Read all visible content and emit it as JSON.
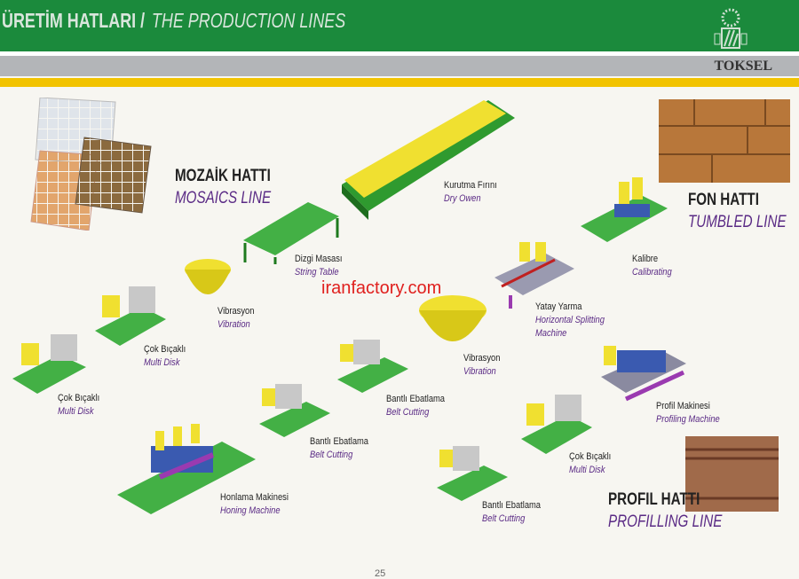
{
  "header": {
    "title_tr": "ÜRETİM HATLARI",
    "separator": "/",
    "title_en": "THE PRODUCTION LINES",
    "brand": "TOKSEL"
  },
  "lines": [
    {
      "tr": "MOZAİK HATTI",
      "en": "MOSAICS LINE"
    },
    {
      "tr": "FON HATTI",
      "en": "TUMBLED LINE"
    },
    {
      "tr": "PROFIL HATTI",
      "en": "PROFILLING LINE"
    }
  ],
  "machines": [
    {
      "tr": "Kurutma Fırını",
      "en": "Dry Owen"
    },
    {
      "tr": "Dizgi Masası",
      "en": "String Table"
    },
    {
      "tr": "Kalibre",
      "en": "Calibrating"
    },
    {
      "tr": "Vibrasyon",
      "en": "Vibration"
    },
    {
      "tr": "Yatay Yarma",
      "en": "Horizontal Splitting",
      "en2": "Machine"
    },
    {
      "tr": "Çok Bıçaklı",
      "en": "Multi Disk"
    },
    {
      "tr": "Vibrasyon",
      "en": "Vibration"
    },
    {
      "tr": "Çok Bıçaklı",
      "en": "Multi Disk"
    },
    {
      "tr": "Bantlı Ebatlama",
      "en": "Belt Cutting"
    },
    {
      "tr": "Profil Makinesi",
      "en": "Profiling Machine"
    },
    {
      "tr": "Bantlı Ebatlama",
      "en": "Belt Cutting"
    },
    {
      "tr": "Çok Bıçaklı",
      "en": "Multi Disk"
    },
    {
      "tr": "Honlama Makinesi",
      "en": "Honing Machine"
    },
    {
      "tr": "Bantlı Ebatlama",
      "en": "Belt Cutting"
    }
  ],
  "watermark": "iranfactory.com",
  "page_number": "25",
  "colors": {
    "green": "#1b8a3c",
    "yellow": "#f2c300",
    "purple": "#5a2a85"
  }
}
